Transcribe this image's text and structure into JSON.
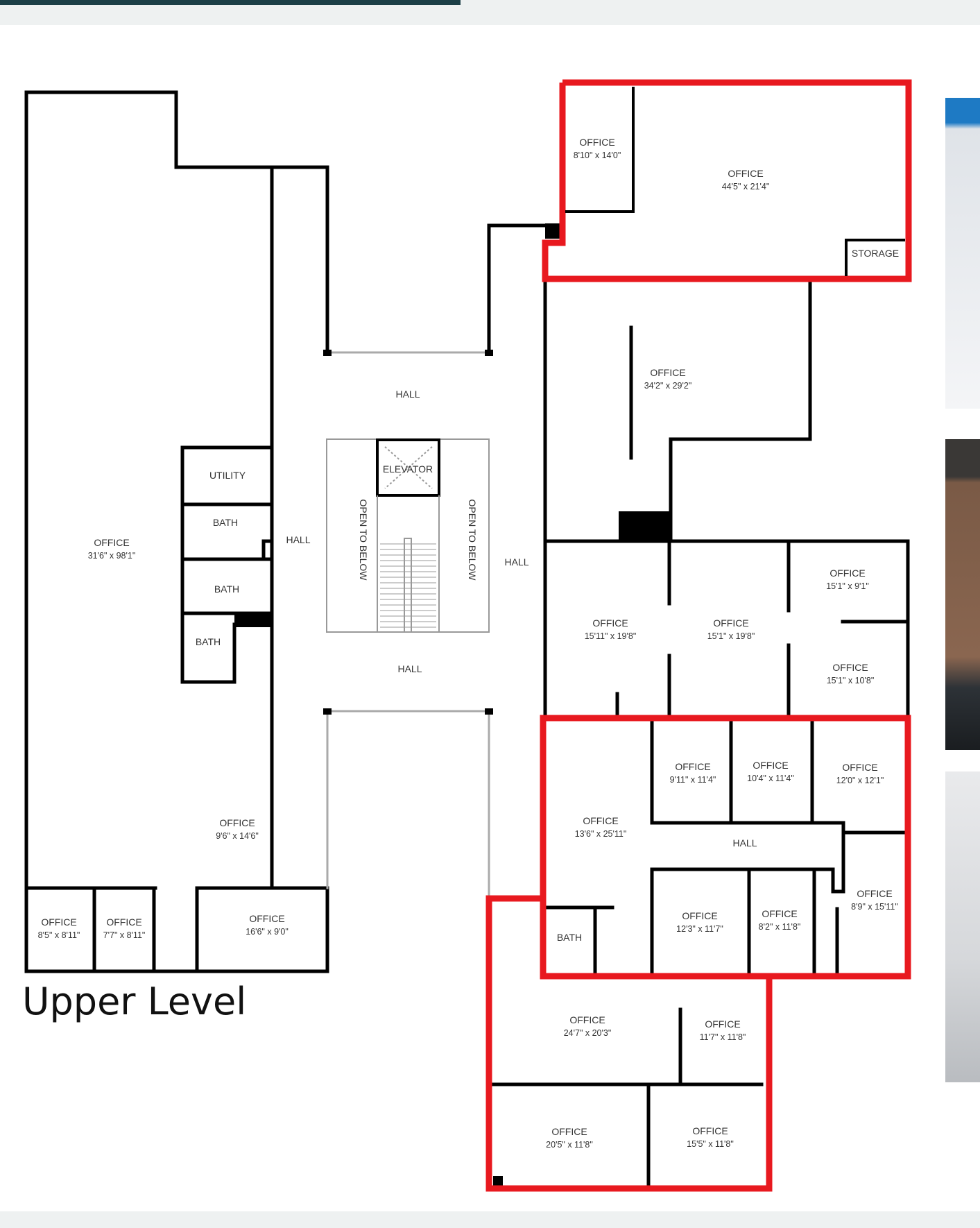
{
  "title": "Upper Level",
  "colors": {
    "highlight": "#e8191f",
    "wall": "#000000",
    "banner": "#1c3f47"
  },
  "highlighted_areas": 3,
  "rooms": [
    {
      "id": "office-main-left",
      "name": "OFFICE",
      "dim": "31'6\" x 98'1\""
    },
    {
      "id": "utility",
      "name": "UTILITY",
      "dim": ""
    },
    {
      "id": "bath-1",
      "name": "BATH",
      "dim": ""
    },
    {
      "id": "bath-2",
      "name": "BATH",
      "dim": ""
    },
    {
      "id": "bath-3",
      "name": "BATH",
      "dim": ""
    },
    {
      "id": "hall-left",
      "name": "HALL",
      "dim": ""
    },
    {
      "id": "office-9-6",
      "name": "OFFICE",
      "dim": "9'6\" x 14'6\""
    },
    {
      "id": "office-8-5",
      "name": "OFFICE",
      "dim": "8'5\" x 8'11\""
    },
    {
      "id": "office-7-7",
      "name": "OFFICE",
      "dim": "7'7\" x 8'11\""
    },
    {
      "id": "office-16-6",
      "name": "OFFICE",
      "dim": "16'6\" x 9'0\""
    },
    {
      "id": "hall-top",
      "name": "HALL",
      "dim": ""
    },
    {
      "id": "elevator",
      "name": "ELEVATOR",
      "dim": ""
    },
    {
      "id": "open-left",
      "name": "OPEN TO BELOW",
      "dim": ""
    },
    {
      "id": "open-right",
      "name": "OPEN TO BELOW",
      "dim": ""
    },
    {
      "id": "hall-bottom",
      "name": "HALL",
      "dim": ""
    },
    {
      "id": "hall-right",
      "name": "HALL",
      "dim": ""
    },
    {
      "id": "office-8-10",
      "name": "OFFICE",
      "dim": "8'10\" x 14'0\""
    },
    {
      "id": "office-44-5",
      "name": "OFFICE",
      "dim": "44'5\" x 21'4\""
    },
    {
      "id": "storage",
      "name": "STORAGE",
      "dim": ""
    },
    {
      "id": "office-34-2",
      "name": "OFFICE",
      "dim": "34'2\" x 29'2\""
    },
    {
      "id": "office-15-11",
      "name": "OFFICE",
      "dim": "15'11\" x 19'8\""
    },
    {
      "id": "office-15-1a",
      "name": "OFFICE",
      "dim": "15'1\" x 19'8\""
    },
    {
      "id": "office-15-1b",
      "name": "OFFICE",
      "dim": "15'1\" x 9'1\""
    },
    {
      "id": "office-15-1c",
      "name": "OFFICE",
      "dim": "15'1\" x 10'8\""
    },
    {
      "id": "office-13-6",
      "name": "OFFICE",
      "dim": "13'6\" x 25'11\""
    },
    {
      "id": "office-9-11",
      "name": "OFFICE",
      "dim": "9'11\" x 11'4\""
    },
    {
      "id": "office-10-4",
      "name": "OFFICE",
      "dim": "10'4\" x 11'4\""
    },
    {
      "id": "office-12-0",
      "name": "OFFICE",
      "dim": "12'0\" x 12'1\""
    },
    {
      "id": "hall-suite",
      "name": "HALL",
      "dim": ""
    },
    {
      "id": "office-8-9",
      "name": "OFFICE",
      "dim": "8'9\" x 15'11\""
    },
    {
      "id": "bath-suite",
      "name": "BATH",
      "dim": ""
    },
    {
      "id": "office-12-3",
      "name": "OFFICE",
      "dim": "12'3\" x 11'7\""
    },
    {
      "id": "office-8-2",
      "name": "OFFICE",
      "dim": "8'2\" x 11'8\""
    },
    {
      "id": "office-24-7",
      "name": "OFFICE",
      "dim": "24'7\" x 20'3\""
    },
    {
      "id": "office-11-7",
      "name": "OFFICE",
      "dim": "11'7\" x 11'8\""
    },
    {
      "id": "office-20-5",
      "name": "OFFICE",
      "dim": "20'5\" x 11'8\""
    },
    {
      "id": "office-15-5",
      "name": "OFFICE",
      "dim": "15'5\" x 11'8\""
    }
  ],
  "photos": [
    {
      "name": "photo-exterior-white"
    },
    {
      "name": "photo-brick-interior"
    },
    {
      "name": "photo-white-room"
    }
  ]
}
